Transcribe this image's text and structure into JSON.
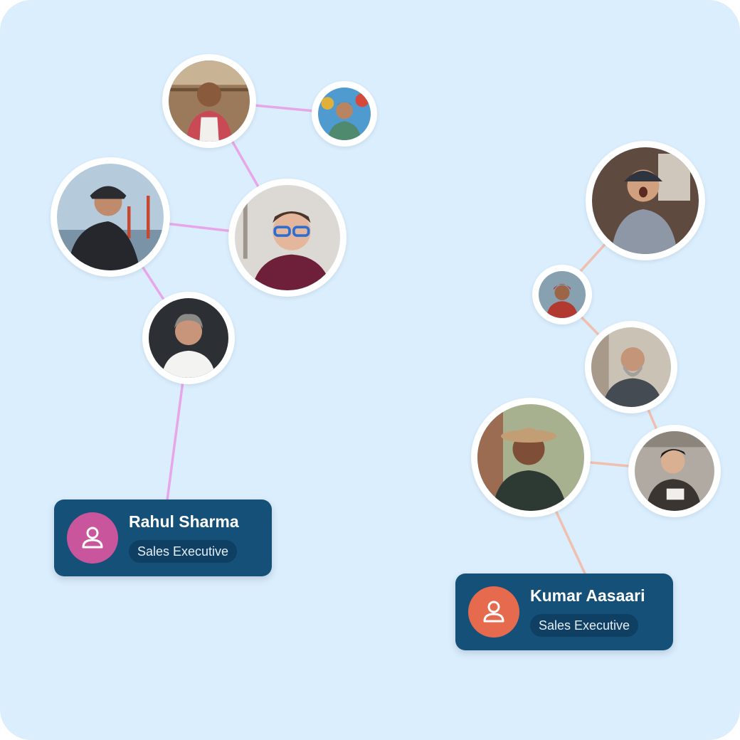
{
  "colors": {
    "background": "#dbeefd",
    "card": "#155079",
    "left_links": "#e8a6ea",
    "right_links": "#f0bfae",
    "left_avatar": "#c9559c",
    "right_avatar": "#e56a4e"
  },
  "contacts": [
    {
      "name": "Rahul Sharma",
      "role": "Sales Executive",
      "icon": "user-icon"
    },
    {
      "name": "Kumar Aasaari",
      "role": "Sales Executive",
      "icon": "user-icon"
    }
  ]
}
